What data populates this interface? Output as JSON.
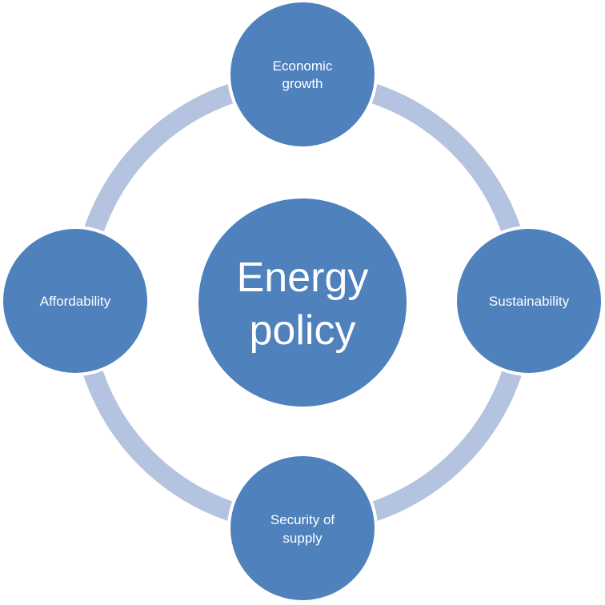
{
  "diagram": {
    "center": {
      "lines": [
        "Energy",
        "policy"
      ]
    },
    "nodes": [
      {
        "id": "economic-growth",
        "lines": [
          "Economic",
          "growth"
        ]
      },
      {
        "id": "sustainability",
        "lines": [
          "Sustainability"
        ]
      },
      {
        "id": "security-of-supply",
        "lines": [
          "Security of",
          "supply"
        ]
      },
      {
        "id": "affordability",
        "lines": [
          "Affordability"
        ]
      }
    ],
    "colors": {
      "node_fill": "#4f81bd",
      "ring": "#b4c3df",
      "node_stroke": "#ffffff",
      "text": "#ffffff"
    }
  }
}
